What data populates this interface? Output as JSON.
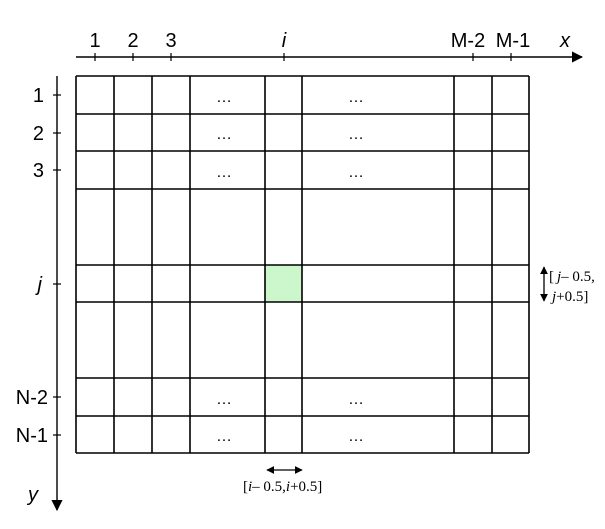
{
  "x_axis": {
    "variable": "x",
    "labels": [
      "1",
      "2",
      "3",
      "i",
      "M-2",
      "M-1"
    ]
  },
  "y_axis": {
    "variable": "y",
    "labels": [
      "1",
      "2",
      "3",
      "j",
      "N-2",
      "N-1"
    ]
  },
  "ellipsis": "…",
  "highlight_color": "#ccf7cc",
  "cell_annotation": {
    "row_var": "j",
    "row_lower_suffix": "– 0.5,",
    "row_upper_suffix": "+0.5]",
    "col_var": "i",
    "col_lower_suffix": "– 0.5,",
    "col_upper_suffix": "+0.5]",
    "open_bracket": "["
  }
}
